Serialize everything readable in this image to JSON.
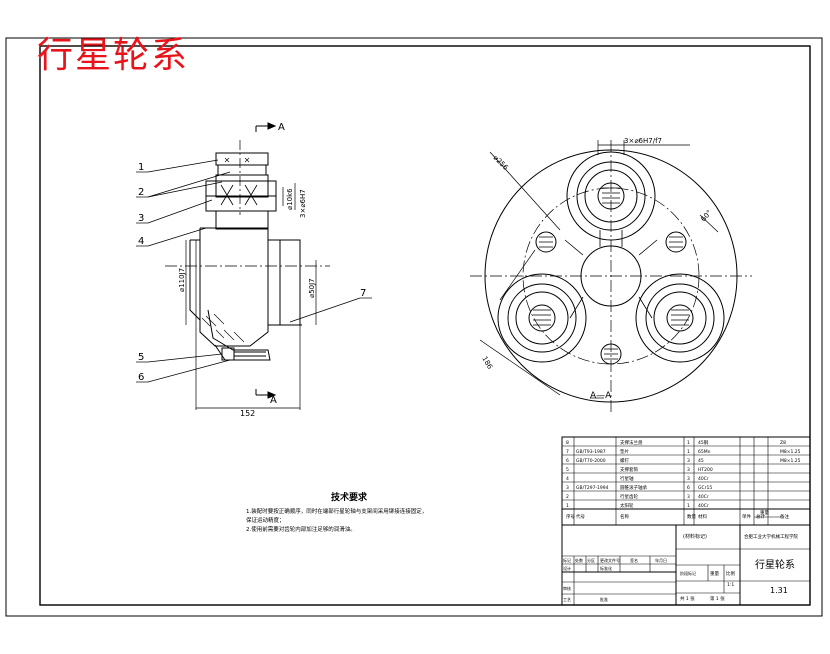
{
  "drawing": {
    "watermark_title": "行星轮系",
    "section_label": "A",
    "section_cut_label": "A—A",
    "part_numbers": [
      "1",
      "2",
      "3",
      "4",
      "5",
      "6",
      "7"
    ],
    "dims_left": {
      "bore_dia": "⌀110J7",
      "shaft_dia": "⌀50J7",
      "bolt_spec": "3×⌀6H7",
      "bolt_dia": "⌀10k6",
      "overall_width": "152"
    },
    "dims_right": {
      "pcd": "⌀256",
      "pin_fit": "3×⌀6H7/f7",
      "angle": "60°",
      "outer": "186"
    }
  },
  "tech_requirements": {
    "heading": "技术要求",
    "items": [
      "1.装配时要按正确顺序，同时在端部行星轮轴与支架间采用铆接连接固定，",
      "   保证运动精度；",
      "2.使用前需要对齿轮内部加注足够的润滑油。"
    ]
  },
  "bom": {
    "rows": [
      [
        "8",
        "",
        "支撑法兰盘",
        "1",
        "45钢",
        "",
        "",
        "Z8"
      ],
      [
        "7",
        "GB/T93-1987",
        "垫片",
        "1",
        "65Mn",
        "",
        "",
        "M8×1.25"
      ],
      [
        "6",
        "GB/T70-2000",
        "螺钉",
        "3",
        "45",
        "",
        "",
        "M8×1.25"
      ],
      [
        "5",
        "",
        "支撑套筒",
        "3",
        "HT200",
        "",
        "",
        ""
      ],
      [
        "4",
        "",
        "行星轴",
        "3",
        "40Cr",
        "",
        "",
        ""
      ],
      [
        "3",
        "GB/T297-1994",
        "圆锥滚子轴承",
        "6",
        "GCr15",
        "",
        "",
        ""
      ],
      [
        "2",
        "",
        "行星齿轮",
        "3",
        "40Cr",
        "",
        "",
        ""
      ],
      [
        "1",
        "",
        "太阳轮",
        "1",
        "40Cr",
        "",
        "",
        ""
      ]
    ],
    "header": [
      "序号",
      "代号",
      "名称",
      "数量",
      "材料",
      "单件",
      "总计",
      "备注"
    ],
    "header_weight": "重量"
  },
  "title_block": {
    "material_mark": "(材料标记)",
    "unit_name": "合肥工业大学机械工程学院",
    "drawing_name": "行星轮系",
    "scale": "1:1",
    "drawing_no": "1.31",
    "row_labels": [
      "标记",
      "处数",
      "分区",
      "更改文件号",
      "签名",
      "年月日"
    ],
    "design_labels": [
      "设计",
      "标准化"
    ],
    "check_label": "审核",
    "process_label": "工艺",
    "approve_label": "批准",
    "stage_label": "阶段标记",
    "weight_label": "重量",
    "scale_label": "比例",
    "sheets": "共 1 张",
    "sheet_no": "第 1 张"
  }
}
